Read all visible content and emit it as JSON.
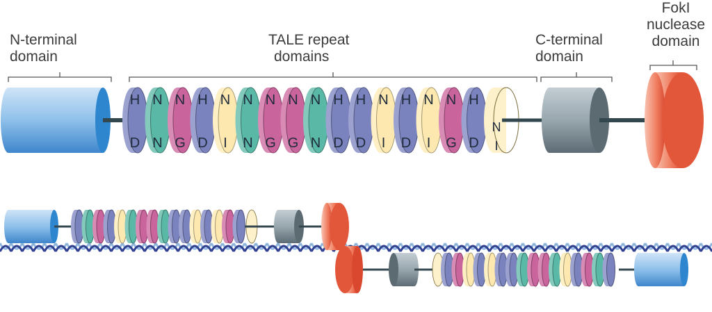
{
  "labels": {
    "n_terminal": [
      "N-terminal",
      "domain"
    ],
    "tale_repeats": [
      "TALE repeat domains"
    ],
    "c_terminal": [
      "C-terminal",
      "domain"
    ],
    "foki": [
      "FokI",
      "nuclease",
      "domain"
    ]
  },
  "repeats": [
    {
      "top": "H",
      "bottom": "D",
      "rvd": "HD"
    },
    {
      "top": "N",
      "bottom": "N",
      "rvd": "NN"
    },
    {
      "top": "N",
      "bottom": "G",
      "rvd": "NG"
    },
    {
      "top": "H",
      "bottom": "D",
      "rvd": "HD"
    },
    {
      "top": "N",
      "bottom": "I",
      "rvd": "NI"
    },
    {
      "top": "N",
      "bottom": "N",
      "rvd": "NN"
    },
    {
      "top": "N",
      "bottom": "G",
      "rvd": "NG"
    },
    {
      "top": "N",
      "bottom": "G",
      "rvd": "NG"
    },
    {
      "top": "N",
      "bottom": "N",
      "rvd": "NN"
    },
    {
      "top": "H",
      "bottom": "D",
      "rvd": "HD"
    },
    {
      "top": "H",
      "bottom": "D",
      "rvd": "HD"
    },
    {
      "top": "N",
      "bottom": "I",
      "rvd": "NI"
    },
    {
      "top": "H",
      "bottom": "D",
      "rvd": "HD"
    },
    {
      "top": "N",
      "bottom": "I",
      "rvd": "NI"
    },
    {
      "top": "N",
      "bottom": "G",
      "rvd": "NG"
    },
    {
      "top": "H",
      "bottom": "D",
      "rvd": "HD"
    }
  ],
  "half_repeat": {
    "top": "N",
    "bottom": "I",
    "rvd": "NI"
  },
  "colors": {
    "HD": "#7b83bf",
    "NN": "#5ab8a6",
    "NG": "#c9649c",
    "NI": "#fde9b0",
    "n_terminal": "#4a8fd4",
    "c_terminal": "#6f7f88",
    "foki": "#e8573c",
    "dna_dark": "#2f3f8f",
    "dna_light": "#8fb4e0",
    "text": "#3a3a3a"
  }
}
